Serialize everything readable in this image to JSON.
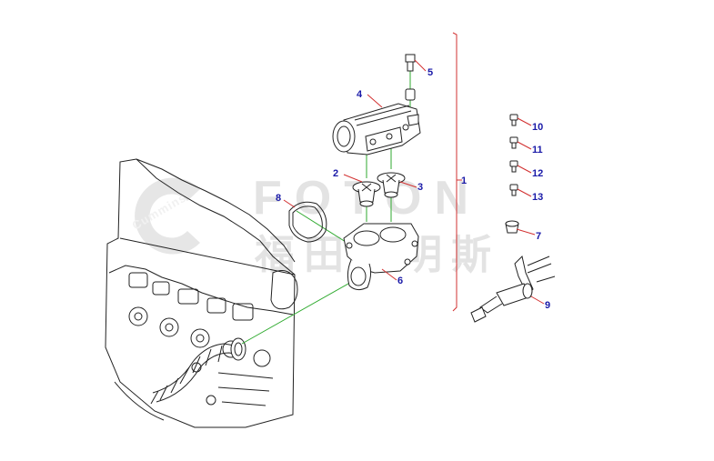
{
  "watermark": {
    "brand_cummins": "Cummins",
    "brand_foton": "FOTON",
    "brand_chinese": "福田康明斯"
  },
  "callouts": [
    {
      "id": "1",
      "label": "1"
    },
    {
      "id": "2",
      "label": "2"
    },
    {
      "id": "3",
      "label": "3"
    },
    {
      "id": "4",
      "label": "4"
    },
    {
      "id": "5",
      "label": "5"
    },
    {
      "id": "6",
      "label": "6"
    },
    {
      "id": "7",
      "label": "7"
    },
    {
      "id": "8",
      "label": "8"
    },
    {
      "id": "9",
      "label": "9"
    },
    {
      "id": "10",
      "label": "10"
    },
    {
      "id": "11",
      "label": "11"
    },
    {
      "id": "12",
      "label": "12"
    },
    {
      "id": "13",
      "label": "13"
    }
  ],
  "colors": {
    "line_art": "#222222",
    "leader": "#d23030",
    "assembly_line": "#2faa2f",
    "callout_text": "#1a1aa8",
    "watermark": "#e3e3e3"
  }
}
